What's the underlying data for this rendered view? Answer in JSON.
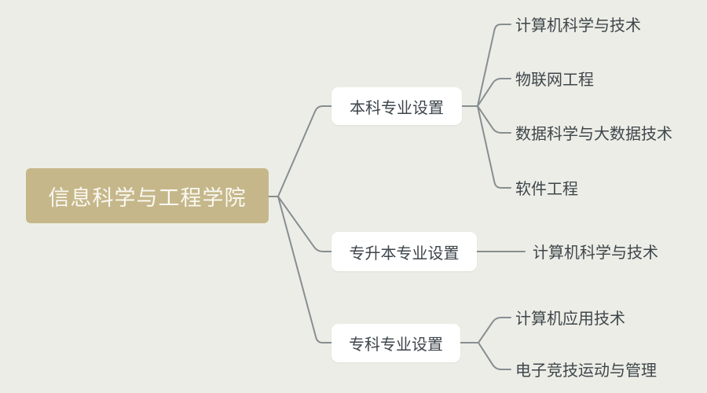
{
  "diagram": {
    "background_color": "#ECEDE6",
    "line_color": "#878E92",
    "node_text_color": "#3E464B",
    "root": {
      "label": "信息科学与工程学院",
      "fill_color": "#C5B78A",
      "text_color": "#FAF8F1"
    },
    "branches": [
      {
        "label": "本科专业设置",
        "children": [
          "计算机科学与技术",
          "物联网工程",
          "数据科学与大数据技术",
          "软件工程"
        ]
      },
      {
        "label": "专升本专业设置",
        "children": [
          "计算机科学与技术"
        ]
      },
      {
        "label": "专科专业设置",
        "children": [
          "计算机应用技术",
          "电子竞技运动与管理"
        ]
      }
    ]
  }
}
